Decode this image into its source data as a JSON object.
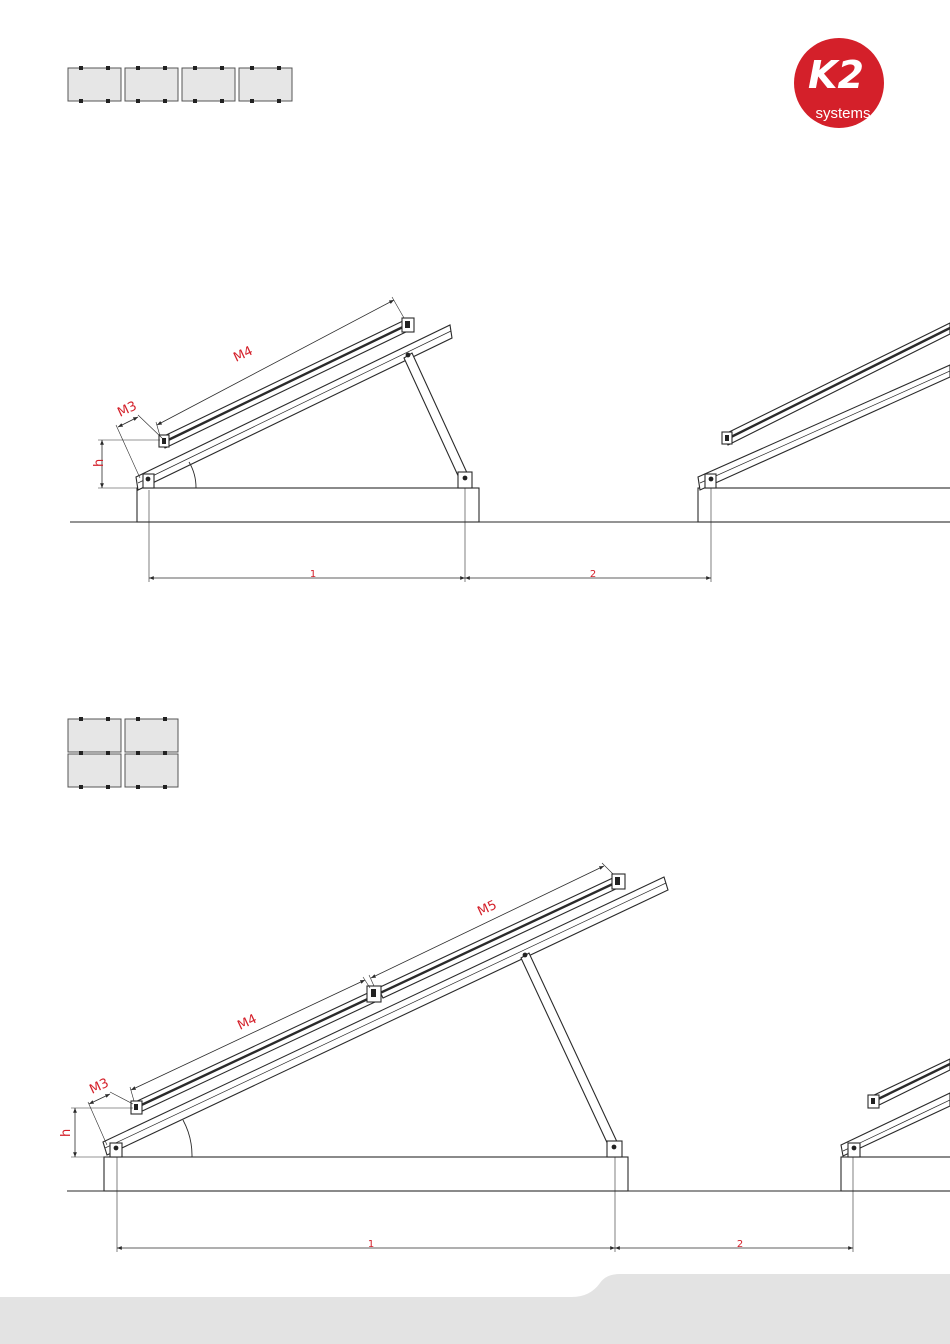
{
  "logo": {
    "brand": "K2",
    "sub": "systems",
    "color": "#d4202a"
  },
  "colors": {
    "accent": "#d4202a",
    "line": "#2a2a2a",
    "panel_fill": "#e6e6e6",
    "footer": "#e3e3e3"
  },
  "diagram_top": {
    "layout_icon": "1 row of 4 modules, landscape",
    "labels": {
      "m3": "M3",
      "m4": "M4",
      "h": "h",
      "dim1": "1",
      "dim2": "2"
    }
  },
  "diagram_bottom": {
    "layout_icon": "2 rows of 2 modules, landscape",
    "labels": {
      "m3": "M3",
      "m4": "M4",
      "m5": "M5",
      "h": "h",
      "dim1": "1",
      "dim2": "2"
    }
  }
}
